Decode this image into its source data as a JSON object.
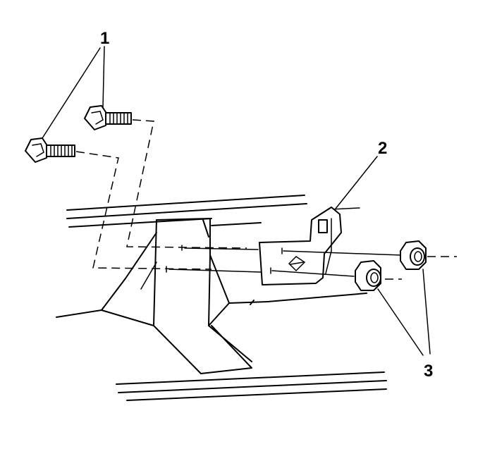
{
  "callouts": {
    "bolts": "1",
    "bracket": "2",
    "nuts": "3"
  },
  "colors": {
    "ink": "#000000",
    "paper": "#ffffff"
  }
}
